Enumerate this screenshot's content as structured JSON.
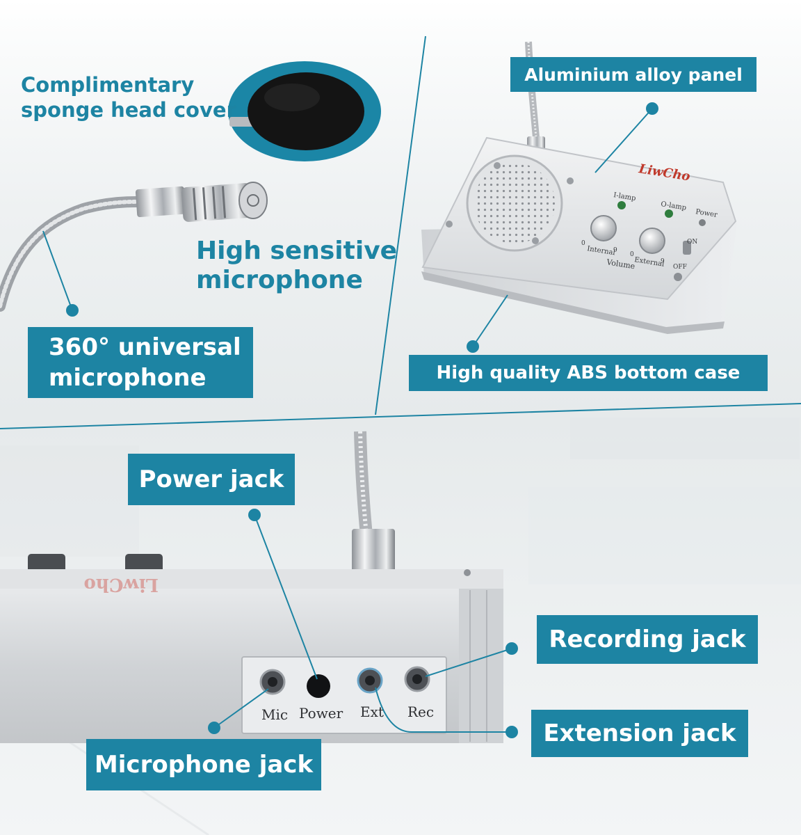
{
  "colors": {
    "accent": "#1d84a3",
    "label_text": "#ffffff",
    "background": "#eef1f2"
  },
  "captions": {
    "sponge_line1": "Complimentary",
    "sponge_line2": "sponge head cover",
    "high_sensitive_line1": "High sensitive",
    "high_sensitive_line2": "microphone",
    "universal_line1": "360° universal",
    "universal_line2": "microphone",
    "aluminium": "Aluminium alloy panel",
    "abs": "High quality ABS bottom case",
    "power_jack": "Power jack",
    "recording_jack": "Recording jack",
    "extension_jack": "Extension jack",
    "microphone_jack": "Microphone jack"
  },
  "device_top": {
    "brand": "LiwCho",
    "i_lamp": "I-lamp",
    "o_lamp": "O-lamp",
    "power": "Power",
    "internal": "Internal",
    "external": "External",
    "volume": "Volume",
    "on": "ON",
    "off": "OFF",
    "scale_min": "0",
    "scale_max": "9"
  },
  "device_front": {
    "brand": "LiwCho",
    "jacks": [
      "Mic",
      "Power",
      "Ext",
      "Rec"
    ]
  }
}
